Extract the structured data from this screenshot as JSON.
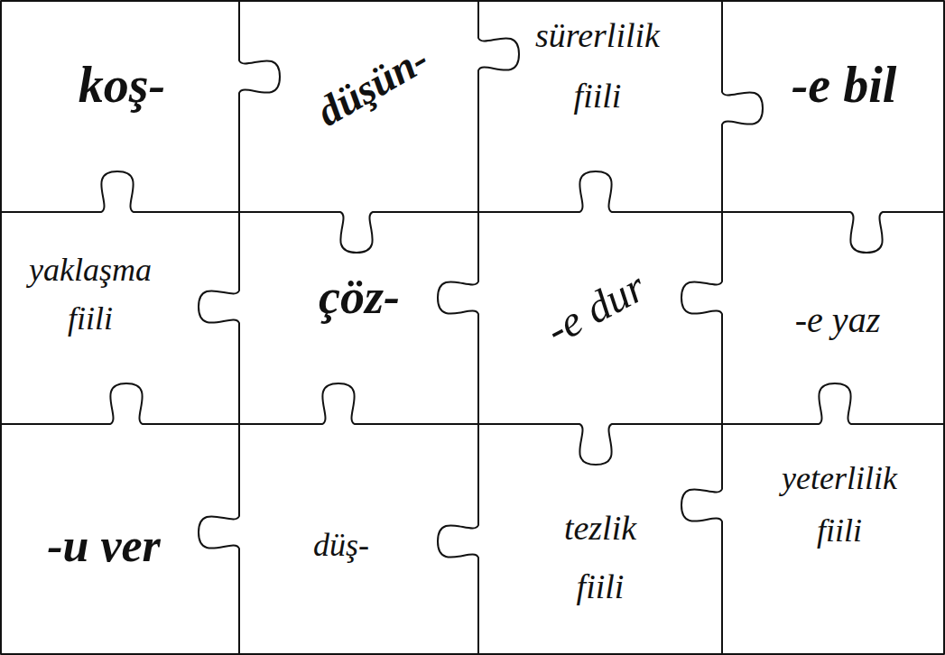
{
  "diagram": {
    "nodes": [
      {
        "text": [
          "koş-"
        ]
      },
      {
        "text": [
          "düşün-"
        ]
      },
      {
        "text": [
          "sürerlilik fiili"
        ]
      },
      {
        "text": [
          "-e bil"
        ]
      },
      {
        "text": [
          "yaklaşma fiili"
        ]
      },
      {
        "text": [
          "çöz-"
        ]
      },
      {
        "text": [
          "-e dur"
        ]
      },
      {
        "text": [
          "-e yaz"
        ]
      },
      {
        "text": [
          "-u ver"
        ]
      },
      {
        "text": [
          "düş-"
        ]
      },
      {
        "text": [
          "tezlik fiili"
        ]
      },
      {
        "text": [
          "yeterlilik fiili"
        ]
      }
    ]
  }
}
